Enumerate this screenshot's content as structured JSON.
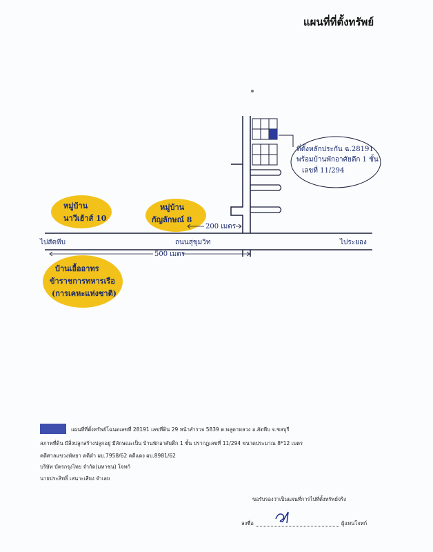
{
  "header": {
    "title": "แผนที่ที่ตั้งทรัพย์"
  },
  "map": {
    "callout_line1": "ที่ตั้งหลักประกัน ฉ.28191",
    "callout_line2": "พร้อมบ้านพักอาศัยตึก 1 ชั้น",
    "callout_line3": "เลขที่ 11/294",
    "village1_line1": "หมู่บ้าน",
    "village1_line2": "นาวีเฮ้าส์ 10",
    "village2_line1": "หมู่บ้าน",
    "village2_line2": "กัญลักษณ์ 8",
    "dist_200": "200 เมตร",
    "dist_500": "500 เมตร",
    "road_left": "ไปสัตหีบ",
    "road_center": "ถนนสุขุมวิท",
    "road_right": "ไประยอง",
    "landmark_line1": "บ้านเอื้ออาทร",
    "landmark_line2": "ข้าราชการทหารเรือ",
    "landmark_line3": "(การเคหะแห่งชาติ)",
    "colors": {
      "highlight": "#f2c21b",
      "plot": "#2b3a9c",
      "ink": "#1a2a6c"
    }
  },
  "legend": {
    "line1": "แผนที่ที่ตั้งทรัพย์โฉนดเลขที่ 28191 เลขที่ดิน 29 หน้าสำรวจ 5839 ต.พลูตาหลวง อ.สัตหีบ จ.ชลบุรี",
    "line2": "สภาพที่ดิน มีสิ่งปลูกสร้างปลูกอยู่ มีลักษณะเป็น บ้านพักอาศัยตึก 1 ชั้น ปรากฏเลขที่ 11/294 ขนาดประมาณ 8*12 เมตร",
    "line3": "คดีศาลแขวงพัทยา     คดีดำ ผบ.7958/62  คดีแดง ผบ.8981/62",
    "line4": "บริษัท บัตรกรุงไทย จำกัด(มหาชน)                    โจทก์",
    "line5": "นายประสิทธิ์  เสนาะเสียง          จำเลย"
  },
  "signature": {
    "certify": "ขอรับรองว่าเป็นแผนที่การไปที่ตั้งทรัพย์จริง",
    "sign_label": "ลงชื่อ",
    "sign_role": "ผู้แทนโจทก์"
  }
}
